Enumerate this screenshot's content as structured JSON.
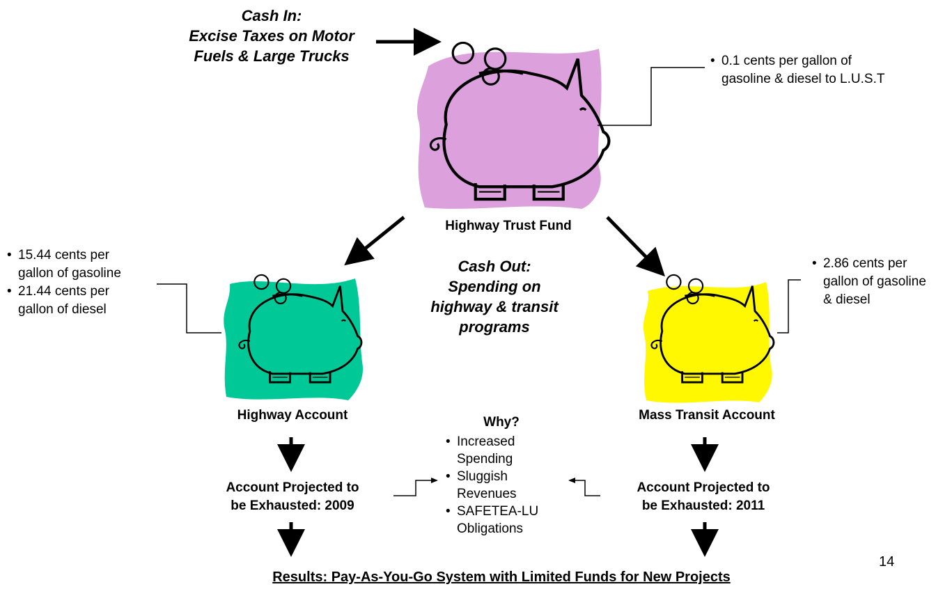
{
  "cash_in": {
    "line1": "Cash In:",
    "line2": "Excise Taxes on Motor",
    "line3": "Fuels & Large Trucks"
  },
  "trust_fund": {
    "label": "Highway Trust Fund",
    "color": "#DCA0DC",
    "note": [
      "0.1 cents per gallon of",
      "gasoline & diesel to L.U.S.T"
    ]
  },
  "cash_out": {
    "line1": "Cash Out:",
    "line2": "Spending on",
    "line3": "highway & transit",
    "line4": "programs"
  },
  "highway_account": {
    "label": "Highway Account",
    "color": "#00C896",
    "notes": [
      [
        "15.44 cents per",
        "gallon of gasoline"
      ],
      [
        "21.44 cents per",
        "gallon of diesel"
      ]
    ],
    "projection": [
      "Account Projected to",
      "be Exhausted: 2009"
    ]
  },
  "transit_account": {
    "label": "Mass Transit Account",
    "color": "#FFF800",
    "note": [
      "2.86 cents per",
      "gallon of gasoline",
      "& diesel"
    ],
    "projection": [
      "Account Projected to",
      "be Exhausted: 2011"
    ]
  },
  "why": {
    "title": "Why?",
    "items": [
      [
        "Increased",
        "Spending"
      ],
      [
        "Sluggish",
        "Revenues"
      ],
      [
        "SAFETEA-LU",
        "Obligations"
      ]
    ]
  },
  "results": "Results: Pay-As-You-Go System with Limited Funds for New Projects",
  "page_number": "14"
}
